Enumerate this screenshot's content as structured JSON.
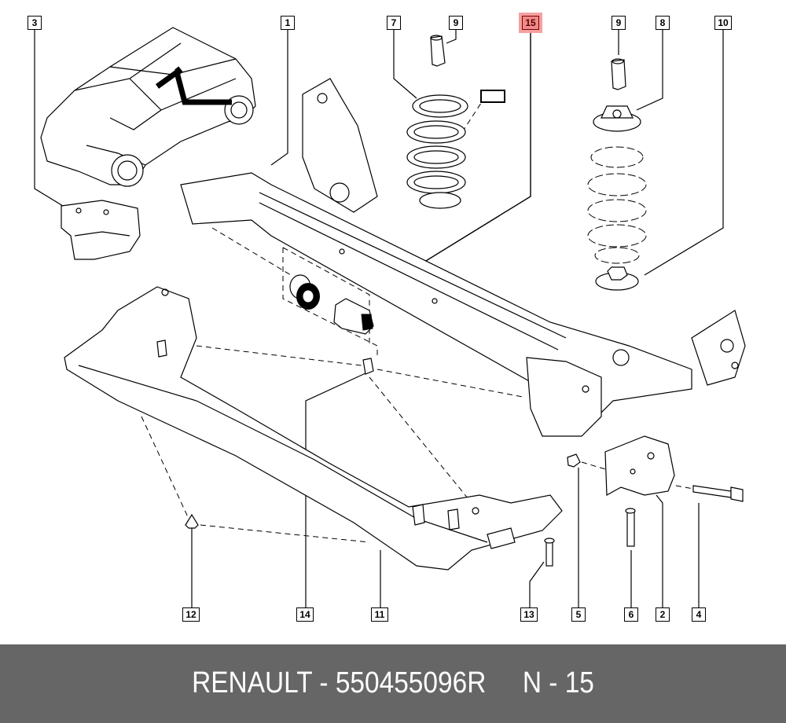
{
  "diagram": {
    "title": "Rear axle assembly exploded view",
    "highlighted_part": "15",
    "highlight_color": "#f08a8a",
    "callouts": [
      {
        "id": "c3",
        "label": "3"
      },
      {
        "id": "c1",
        "label": "1"
      },
      {
        "id": "c7",
        "label": "7"
      },
      {
        "id": "c9a",
        "label": "9"
      },
      {
        "id": "c15",
        "label": "15"
      },
      {
        "id": "c9b",
        "label": "9"
      },
      {
        "id": "c8",
        "label": "8"
      },
      {
        "id": "c10",
        "label": "10"
      },
      {
        "id": "c12",
        "label": "12"
      },
      {
        "id": "c14",
        "label": "14"
      },
      {
        "id": "c11",
        "label": "11"
      },
      {
        "id": "c13",
        "label": "13"
      },
      {
        "id": "c5",
        "label": "5"
      },
      {
        "id": "c6",
        "label": "6"
      },
      {
        "id": "c2",
        "label": "2"
      },
      {
        "id": "c4",
        "label": "4"
      }
    ]
  },
  "footer": {
    "brand": "RENAULT",
    "separator": " - ",
    "part_number": "550455096R",
    "position_label": "N - 15",
    "background_color": "#666666"
  }
}
